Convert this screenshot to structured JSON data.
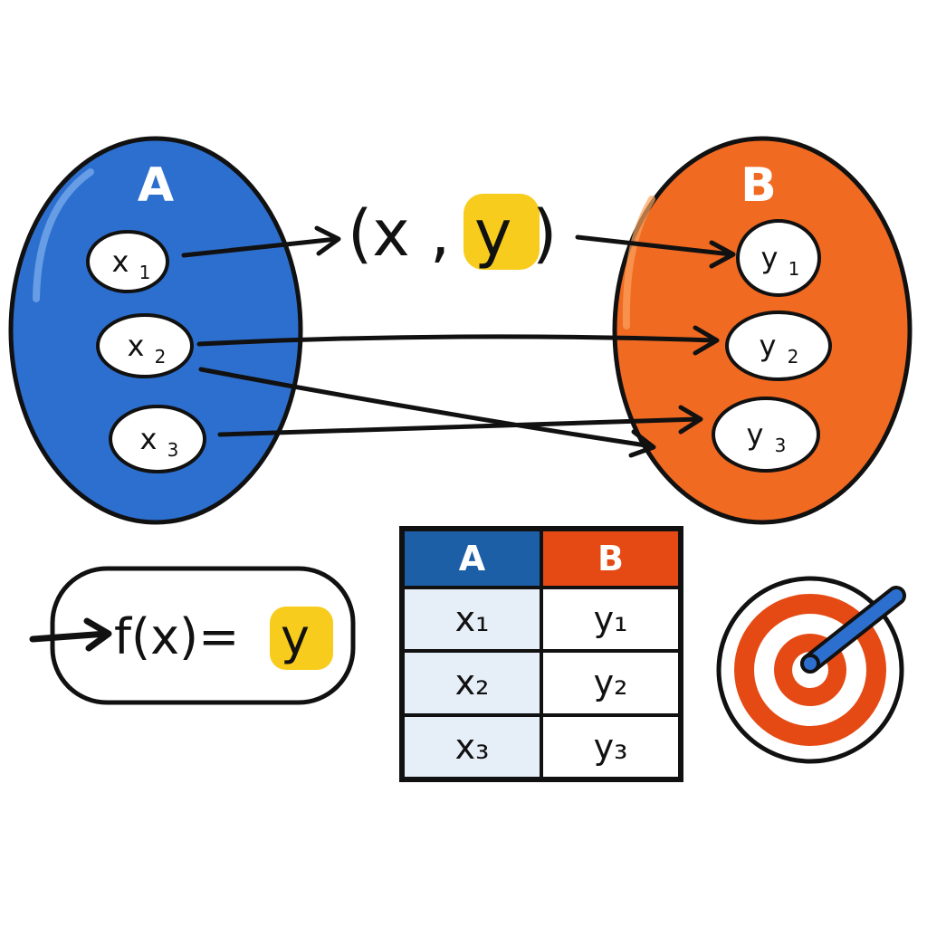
{
  "colors": {
    "set_a": "#2d6fcf",
    "set_b": "#f06a22",
    "highlight": "#f7cc1c",
    "outline": "#111111",
    "table_head_a": "#1d5fa6",
    "table_head_b": "#e54a14"
  },
  "set_a": {
    "label": "A",
    "elements": [
      "x",
      "x",
      "x"
    ],
    "subscripts": [
      "1",
      "2",
      "3"
    ]
  },
  "set_b": {
    "label": "B",
    "elements": [
      "y",
      "y",
      "y"
    ],
    "subscripts": [
      "1",
      "2",
      "3"
    ]
  },
  "pair": {
    "open": "(x ,",
    "y": "y",
    "close": ")"
  },
  "formula": {
    "prefix": "f(x)=",
    "y": "y"
  },
  "table": {
    "headers": [
      "A",
      "B"
    ],
    "rows": [
      {
        "a": "x₁",
        "b": "y₁"
      },
      {
        "a": "x₂",
        "b": "y₂"
      },
      {
        "a": "x₃",
        "b": "y₃"
      }
    ]
  },
  "icons": [
    "arrow-icon",
    "target-icon"
  ]
}
